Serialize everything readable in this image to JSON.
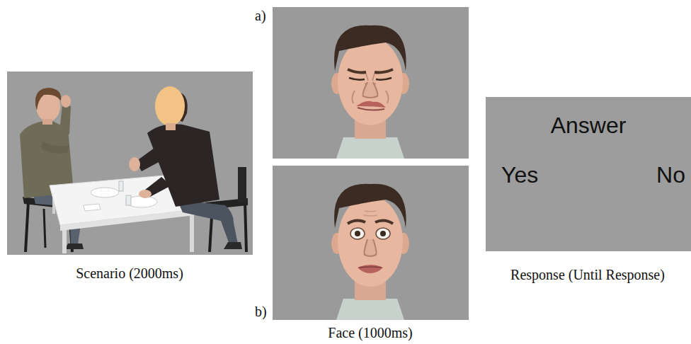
{
  "diagram": {
    "nodes": [
      {
        "text": [
          "Answer",
          "Yes",
          "No"
        ]
      }
    ],
    "labels": [
      "a)",
      "b)",
      "Scenario (2000ms)",
      "Face (1000ms)",
      "Response (Until Response)"
    ]
  }
}
